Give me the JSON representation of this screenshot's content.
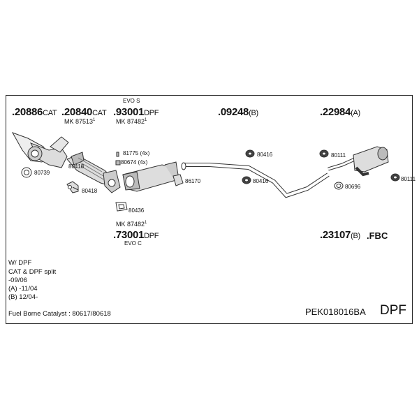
{
  "parts_top": {
    "p1": {
      "number": ".20886",
      "suffix": "CAT"
    },
    "p2": {
      "number": ".20840",
      "suffix": "CAT",
      "mk_label": "MK",
      "mk_number": "87513",
      "mk_sup": "1"
    },
    "p3": {
      "above": "EVO S",
      "number": ".93001",
      "suffix": "DPF",
      "mk_label": "MK",
      "mk_number": "87482",
      "mk_sup": "1"
    },
    "p4": {
      "number": ".09248",
      "suffix": "(B)"
    },
    "p5": {
      "number": ".22984",
      "suffix": "(A)"
    }
  },
  "parts_bottom": {
    "p6": {
      "mk_label": "MK",
      "mk_number": "87482",
      "mk_sup": "1",
      "number": ".73001",
      "suffix": "DPF",
      "below": "EVO C"
    },
    "p7": {
      "number": ".23107",
      "suffix": "(B)"
    },
    "fbc": ".FBC"
  },
  "small_parts": {
    "a80739": "80739",
    "a80418_top": "80418",
    "a80418": "80418",
    "a81775": "81775 (4x)",
    "a80674": "80674 (4x)",
    "a80436": "80436",
    "a86170": "86170",
    "a80416_top": "80416",
    "a80416_bot": "80416",
    "a80111_left": "80111",
    "a80111_right": "80111",
    "a80696": "80696"
  },
  "notes": {
    "line1": "W/ DPF",
    "line2": "CAT & DPF split",
    "line3": "-09/06",
    "line4": "(A) -11/04",
    "line5": "(B) 12/04-",
    "line6": "Fuel Borne Catalyst : 80617/80618"
  },
  "footer": {
    "code": "PEK018016BA",
    "type": "DPF"
  }
}
